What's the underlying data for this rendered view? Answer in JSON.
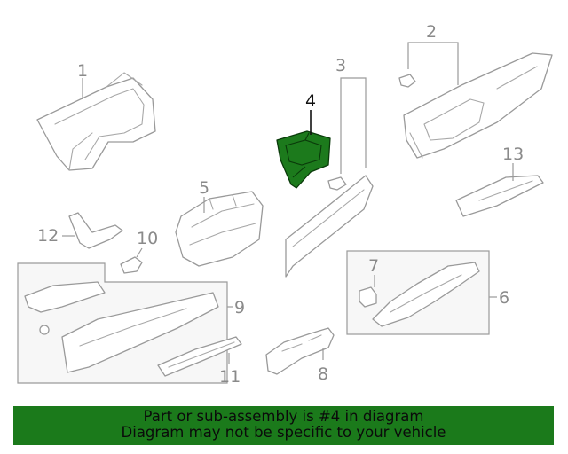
{
  "callouts": {
    "c1": "1",
    "c2": "2",
    "c3": "3",
    "c4": "4",
    "c5": "5",
    "c6": "6",
    "c7": "7",
    "c8": "8",
    "c9": "9",
    "c10": "10",
    "c11": "11",
    "c12": "12",
    "c13": "13"
  },
  "highlighted_part": "4",
  "colors": {
    "highlight": "#1c7a1c",
    "banner": "#1b7a1b",
    "line": "#9a9a9a"
  },
  "banner": {
    "line1": "Part or sub-assembly is #4 in diagram",
    "line2": "Diagram may not be specific to your vehicle"
  }
}
